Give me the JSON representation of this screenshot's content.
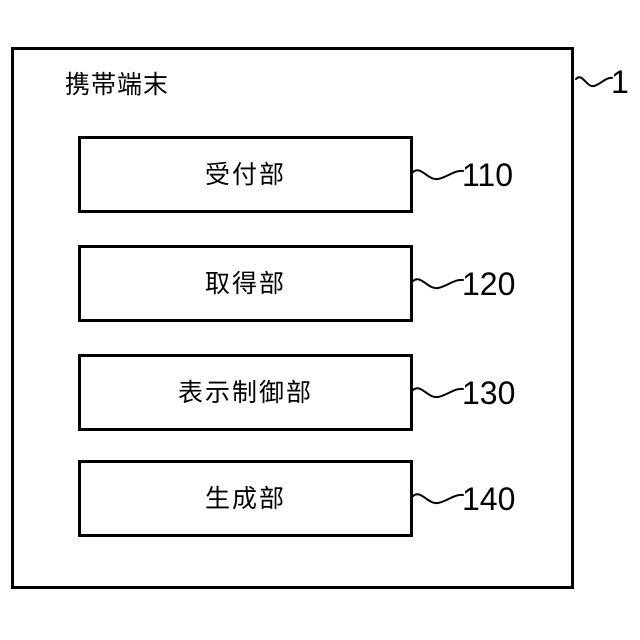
{
  "figure": {
    "type": "patent-block-diagram",
    "background_color": "#ffffff",
    "line_color": "#000000"
  },
  "device": {
    "title": "携帯端末",
    "reference_numeral": "1",
    "leader_icon": "squiggle-leader-icon"
  },
  "units": [
    {
      "label": "受付部",
      "reference_numeral": "110",
      "leader_icon": "squiggle-leader-icon"
    },
    {
      "label": "取得部",
      "reference_numeral": "120",
      "leader_icon": "squiggle-leader-icon"
    },
    {
      "label": "表示制御部",
      "reference_numeral": "130",
      "leader_icon": "squiggle-leader-icon"
    },
    {
      "label": "生成部",
      "reference_numeral": "140",
      "leader_icon": "squiggle-leader-icon"
    }
  ]
}
